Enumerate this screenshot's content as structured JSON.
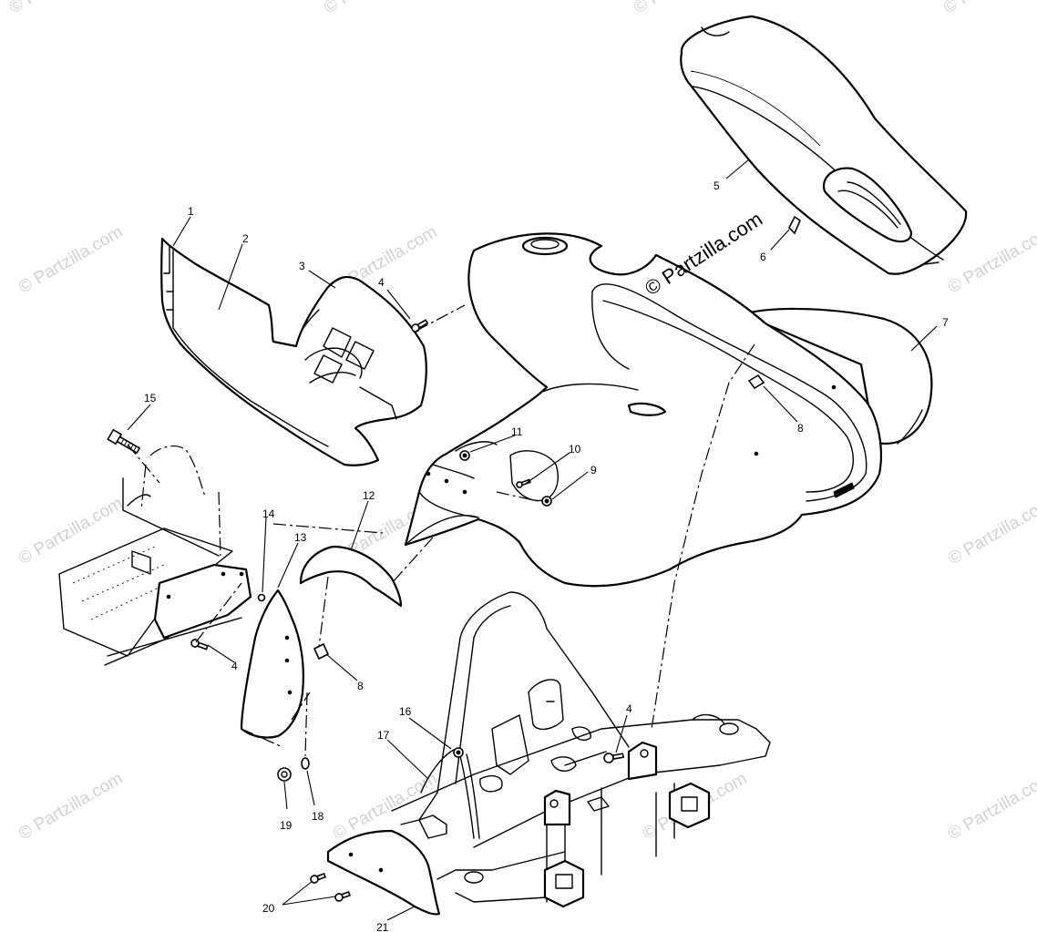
{
  "diagram": {
    "brand_text": "© Partzilla.com",
    "watermark_text": "© Partzilla.com",
    "callouts": {
      "c1": "1",
      "c2": "2",
      "c3": "3",
      "c4a": "4",
      "c4b": "4",
      "c4c": "4",
      "c5": "5",
      "c6": "6",
      "c7": "7",
      "c8a": "8",
      "c8b": "8",
      "c9": "9",
      "c10": "10",
      "c11": "11",
      "c12": "12",
      "c13": "13",
      "c14": "14",
      "c15": "15",
      "c16": "16",
      "c17": "17",
      "c18": "18",
      "c19": "19",
      "c20": "20",
      "c21": "21"
    }
  }
}
